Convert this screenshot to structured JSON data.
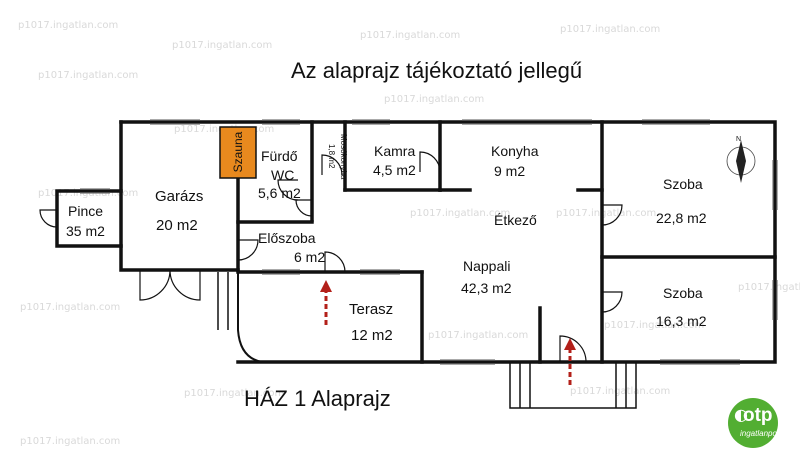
{
  "header": {
    "title": "Az alaprajz tájékoztató jellegű"
  },
  "footer": {
    "caption": "HÁZ 1 Alaprajz"
  },
  "watermark": {
    "text": "p1017.ingatlan.com"
  },
  "rooms": {
    "pince": {
      "name": "Pince",
      "area": "35 m2"
    },
    "garazs": {
      "name": "Garázs",
      "area": "20 m2"
    },
    "szauna": {
      "name": "Szauna"
    },
    "furdo": {
      "name": "Fürdő",
      "name2": "WC",
      "area": "5,6 m2"
    },
    "mosokonyha": {
      "name": "Mosókonyha",
      "area": "1,8 m2"
    },
    "kamra": {
      "name": "Kamra",
      "area": "4,5 m2"
    },
    "konyha": {
      "name": "Konyha",
      "area": "9 m2"
    },
    "etkezo": {
      "name": "Étkező"
    },
    "eloszoba": {
      "name": "Előszoba",
      "area": "6 m2"
    },
    "nappali": {
      "name": "Nappali",
      "area": "42,3 m2"
    },
    "terasz": {
      "name": "Terasz",
      "area": "12 m2"
    },
    "szoba1": {
      "name": "Szoba",
      "area": "22,8 m2"
    },
    "szoba2": {
      "name": "Szoba",
      "area": "16,3 m2"
    }
  },
  "compass": {
    "label": "N"
  },
  "logo": {
    "brand": "otp",
    "sub": "ingatlanpont"
  },
  "colors": {
    "wall": "#111111",
    "sauna": "#e8891e",
    "arrow": "#b3201a",
    "logo": "#52ae32",
    "watermark": "#d9d9d9"
  }
}
